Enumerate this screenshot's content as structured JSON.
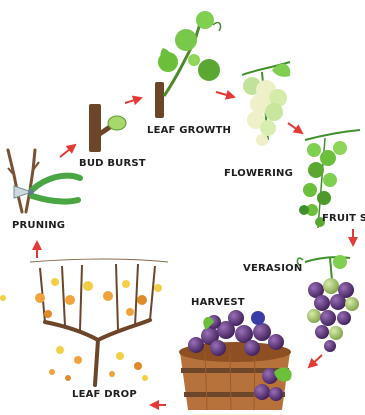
{
  "stages": {
    "bud_burst": "BUD BURST",
    "leaf_growth": "LEAF GROWTH",
    "flowering": "FLOWERING",
    "fruit_set": "FRUIT S",
    "verasion": "VERASION",
    "harvest": "HARVEST",
    "leaf_drop": "LEAF DROP",
    "pruning": "PRUNING"
  },
  "colors": {
    "arrow": "#e53935",
    "leaf_green": "#6bbf3a",
    "leaf_dark": "#3f8f2a",
    "stem_brown": "#6d4528",
    "grape_purple": "#5b2f76",
    "grape_green": "#9fbf6a",
    "flower_cream": "#eef0c8",
    "autumn_orange": "#f0a33a",
    "autumn_yellow": "#f3cf45",
    "barrel": "#b7713a"
  },
  "icons": {
    "pruning": "pruning-shears-icon",
    "bud_burst": "bud-icon",
    "leaf_growth": "leaf-shoot-icon",
    "flowering": "flower-cluster-icon",
    "fruit_set": "green-grape-cluster-icon",
    "verasion": "ripening-grape-cluster-icon",
    "harvest": "grape-basket-icon",
    "leaf_drop": "autumn-vine-icon"
  }
}
